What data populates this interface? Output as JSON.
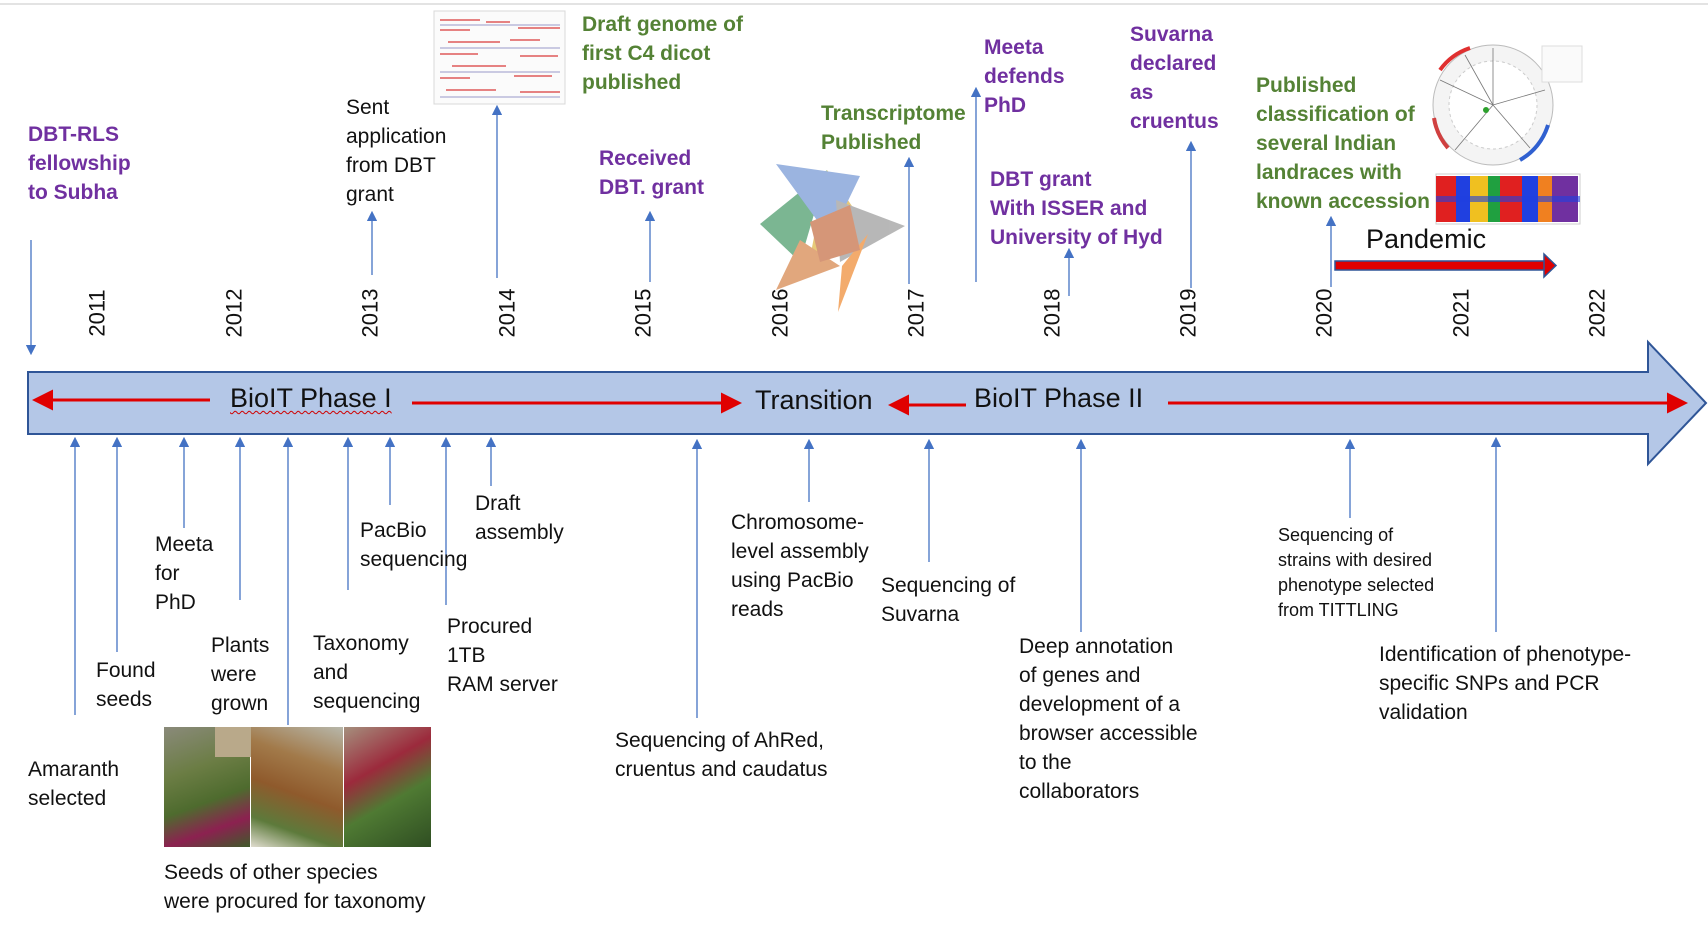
{
  "colors": {
    "bar_fill": "#b4c7e7",
    "bar_stroke": "#2f5597",
    "connector": "#4472c4",
    "red_arrow": "#e00000",
    "purple_text": "#7030a0",
    "green_text": "#548235"
  },
  "years": [
    "2011",
    "2012",
    "2013",
    "2014",
    "2015",
    "2016",
    "2017",
    "2018",
    "2019",
    "2020",
    "2021",
    "2022"
  ],
  "phases": {
    "phase1": "BioIT Phase I",
    "transition": "Transition",
    "phase2": "BioIT Phase II",
    "pandemic": "Pandemic"
  },
  "above": {
    "dbt_rls": "DBT-RLS\nfellowship\nto Subha",
    "sent_application": "Sent\napplication\nfrom DBT\ngrant",
    "draft_genome": "Draft genome of\nfirst C4 dicot\npublished",
    "received_dbt": "Received\nDBT. grant",
    "transcriptome": "Transcriptome\nPublished",
    "meeta_defends": "Meeta\ndefends\nPhD",
    "dbt_grant_isser": "DBT grant\nWith ISSER and\nUniversity of Hyd",
    "suvarna_declared": "Suvarna\ndeclared\nas\ncruentus",
    "published_classification": "Published\nclassification of\nseveral Indian\nlandraces with\nknown accession"
  },
  "below": {
    "amaranth_selected": "Amaranth\nselected",
    "found_seeds": "Found\nseeds",
    "meeta_phd": "Meeta\nfor\nPhD",
    "plants_grown": "Plants\nwere\ngrown",
    "taxonomy_sequencing": "Taxonomy\nand\nsequencing",
    "pacbio_sequencing": "PacBio\nsequencing",
    "procured_server": "Procured\n1TB\nRAM server",
    "draft_assembly": "Draft\nassembly",
    "sequencing_ahred": "Sequencing of AhRed,\ncruentus and caudatus",
    "chromosome_level": "Chromosome-\nlevel assembly\nusing PacBio\nreads",
    "sequencing_suvarna": "Sequencing of\nSuvarna",
    "deep_annotation": "Deep annotation\nof genes and\ndevelopment of a\nbrowser accessible\nto the\ncollaborators",
    "sequencing_strains": "Sequencing of\nstrains with desired\nphenotype selected\nfrom TITTLING",
    "identification_snps": "Identification of phenotype-\nspecific SNPs and PCR\nvalidation",
    "seeds_other_species": "Seeds of other species\nwere procured for taxonomy"
  }
}
